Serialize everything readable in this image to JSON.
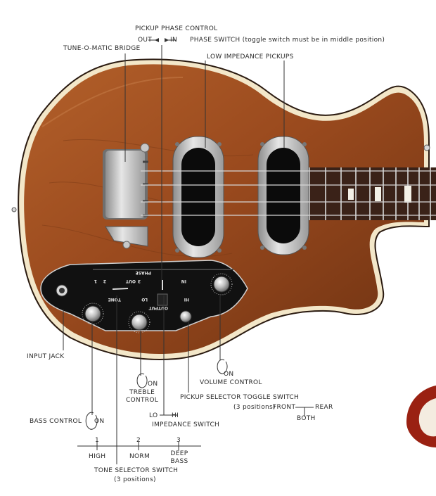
{
  "labels": {
    "pickup_phase_control": "PICKUP PHASE CONTROL",
    "phase_out": "OUT",
    "phase_in": "IN",
    "phase_switch": "PHASE SWITCH (toggle switch must be in middle position)",
    "tune_o_matic_bridge": "TUNE-O-MATIC BRIDGE",
    "low_impedance_pickups": "LOW IMPEDANCE PICKUPS",
    "input_jack": "INPUT JACK",
    "on_treble": "ON",
    "treble_control": "TREBLE\nCONTROL",
    "on_volume": "ON",
    "volume_control": "VOLUME CONTROL",
    "pickup_selector": "PICKUP SELECTOR  TOGGLE SWITCH",
    "three_positions_toggle": "(3 positions)",
    "front": "FRONT",
    "rear": "REAR",
    "both": "BOTH",
    "bass_control": "BASS CONTROL",
    "on_bass": "ON",
    "lo": "LO",
    "hi": "HI",
    "impedance_switch": "IMPEDANCE SWITCH",
    "tone_pos_1": "1",
    "tone_pos_2": "2",
    "tone_pos_3": "3",
    "high": "HIGH",
    "norm": "NORM",
    "deep_bass": "DEEP\nBASS",
    "tone_selector_switch": "TONE SELECTOR SWITCH",
    "three_positions_tone": "(3 positions)"
  },
  "panel_text": {
    "phase": "PHASE",
    "in": "IN",
    "out": "OUT",
    "hi": "HI",
    "lo": "LO",
    "output": "OUTPUT",
    "tone": "TONE",
    "n1": "1",
    "n2": "2",
    "n3": "3"
  },
  "colors": {
    "wood": "#9a4a1e",
    "wood_dark": "#5e2a0e",
    "binding": "#f3e7c9",
    "panel": "#111111",
    "chrome": "#c8c8c8",
    "fretboard": "#3a2218",
    "accent_red": "#9a2112",
    "line": "#333333"
  }
}
